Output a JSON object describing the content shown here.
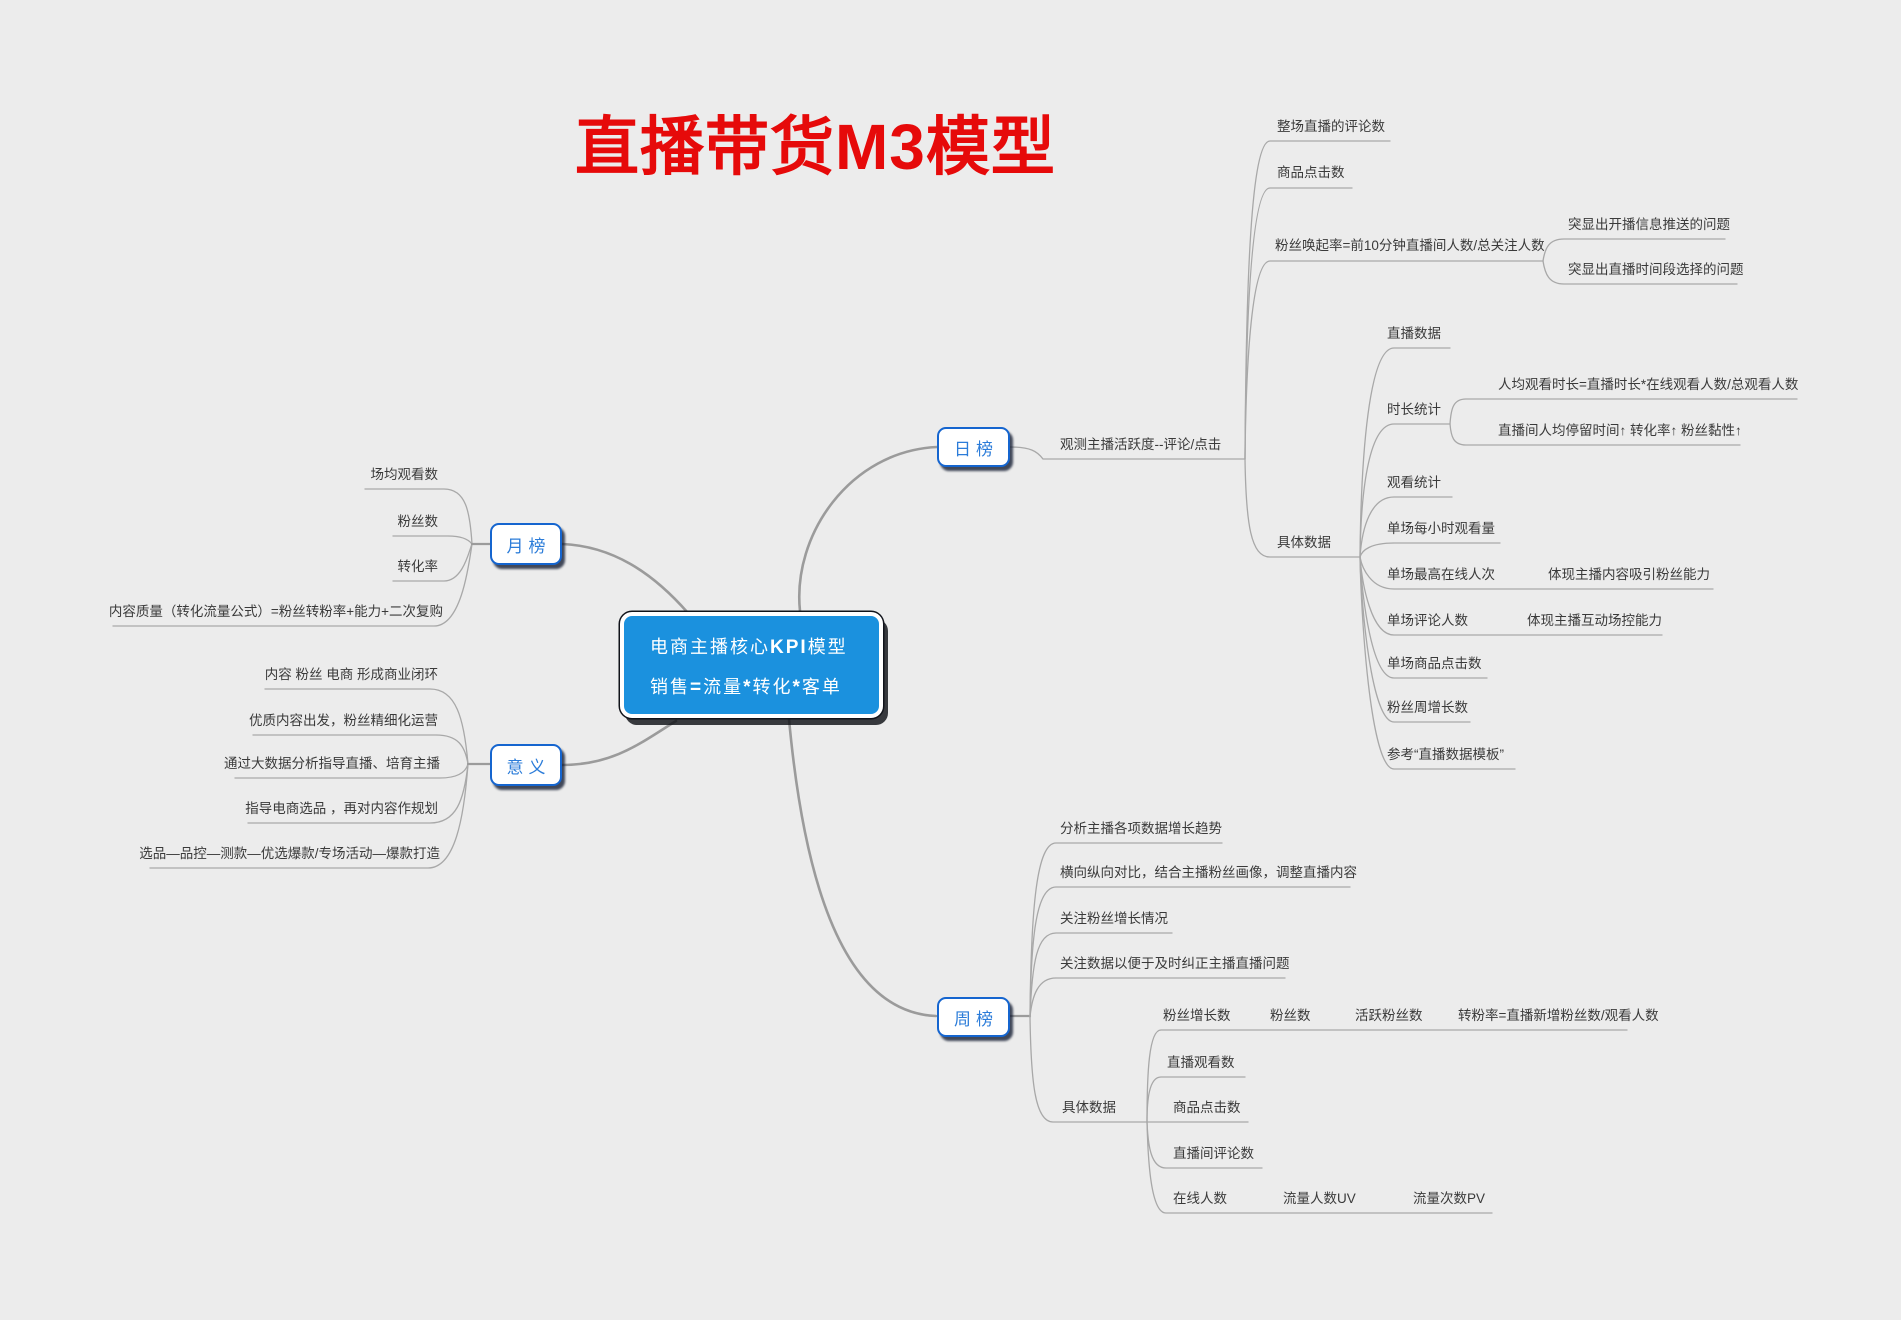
{
  "title": "直播带货M3模型",
  "center": {
    "line1": {
      "pre": "电商主播核心",
      "bold": "KPI",
      "post": "模型"
    },
    "line2": {
      "s1": "销售",
      "op1": "=",
      "s2": "流量",
      "op2": "*",
      "s3": "转化",
      "op3": "*",
      "s4": "客单"
    }
  },
  "month": {
    "label": "月榜",
    "items": [
      "场均观看数",
      "粉丝数",
      "转化率",
      "内容质量（转化流量公式）=粉丝转粉率+能力+二次复购"
    ]
  },
  "meaning": {
    "label": "意义",
    "items": [
      "内容 粉丝 电商 形成商业闭环",
      "优质内容出发，粉丝精细化运营",
      "通过大数据分析指导直播、培育主播",
      "指导电商选品 ，再对内容作规划",
      "选品—品控—测款—优选爆款/专场活动—爆款打造"
    ]
  },
  "day": {
    "label": "日榜",
    "activity": {
      "label": "观测主播活跃度--评论/点击",
      "comments_total": "整场直播的评论数",
      "product_clicks": "商品点击数",
      "fan_wake": {
        "label": "粉丝唤起率=前10分钟直播间人数/总关注人数",
        "issues": [
          "突显出开播信息推送的问题",
          "突显出直播时间段选择的问题"
        ]
      },
      "detail": {
        "label": "具体数据",
        "live_data": "直播数据",
        "duration": {
          "label": "时长统计",
          "avg_watch": "人均观看时长=直播时长*在线观看人数/总观看人数",
          "stay": "直播间人均停留时间↑ 转化率↑ 粉丝黏性↑"
        },
        "watch_stat": "观看统计",
        "hourly": "单场每小时观看量",
        "peak_online": {
          "label": "单场最高在线人次",
          "note": "体现主播内容吸引粉丝能力"
        },
        "comment_users": {
          "label": "单场评论人数",
          "note": "体现主播互动场控能力"
        },
        "product_clicks": "单场商品点击数",
        "fans_week_growth": "粉丝周增长数",
        "template": "参考“直播数据模板”"
      }
    }
  },
  "week": {
    "label": "周榜",
    "items": [
      "分析主播各项数据增长趋势",
      "横向纵向对比，结合主播粉丝画像，调整直播内容",
      "关注粉丝增长情况",
      "关注数据以便于及时纠正主播直播问题"
    ],
    "detail": {
      "label": "具体数据",
      "fans_chain": [
        "粉丝增长数",
        "粉丝数",
        "活跃粉丝数",
        "转粉率=直播新增粉丝数/观看人数"
      ],
      "live_views": "直播观看数",
      "product_clicks": "商品点击数",
      "room_comments": "直播间评论数",
      "online": {
        "label": "在线人数",
        "uv": "流量人数UV",
        "pv": "流量次数PV"
      }
    }
  },
  "colors": {
    "center_blue": "#1b91de",
    "node_border_blue": "#1565cf",
    "node_text_blue": "#2b7cd9",
    "title_red": "#e60a0a",
    "line_gray": "#a8a8a8",
    "background": "#ececec"
  }
}
